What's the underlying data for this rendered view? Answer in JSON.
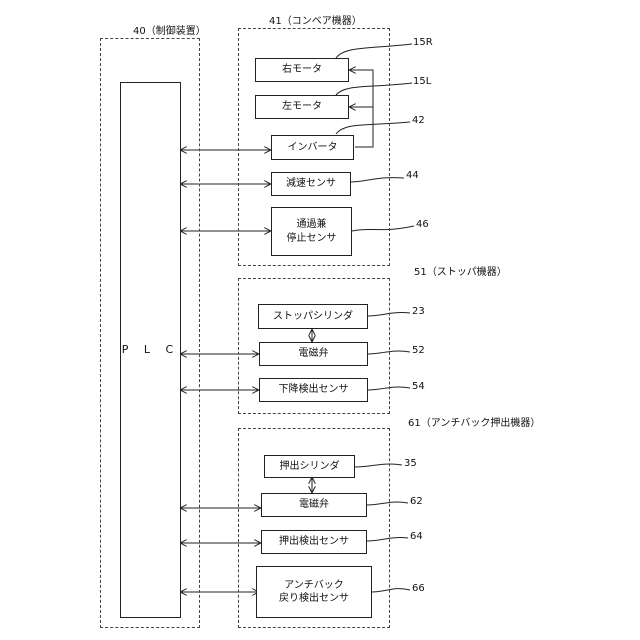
{
  "groups": {
    "control": "40（制御装置）",
    "conveyor": "41（コンベア機器）",
    "stopper": "51（ストッパ機器）",
    "antiback": "61（アンチバック押出機器）"
  },
  "plc": "P L C",
  "conveyor": {
    "right_motor": "右モータ",
    "left_motor": "左モータ",
    "inverter": "インバータ",
    "decel_sensor": "減速センサ",
    "pass_stop_sensor": "通過兼\n停止センサ"
  },
  "stopper": {
    "cylinder": "ストッパシリンダ",
    "valve": "電磁弁",
    "down_sensor": "下降検出センサ"
  },
  "antiback": {
    "cylinder": "押出シリンダ",
    "valve": "電磁弁",
    "push_sensor": "押出検出センサ",
    "return_sensor": "アンチバック\n戻り検出センサ"
  },
  "refs": {
    "r15R": "15R",
    "r15L": "15L",
    "r42": "42",
    "r44": "44",
    "r46": "46",
    "r23": "23",
    "r52": "52",
    "r54": "54",
    "r35": "35",
    "r62": "62",
    "r64": "64",
    "r66": "66"
  }
}
